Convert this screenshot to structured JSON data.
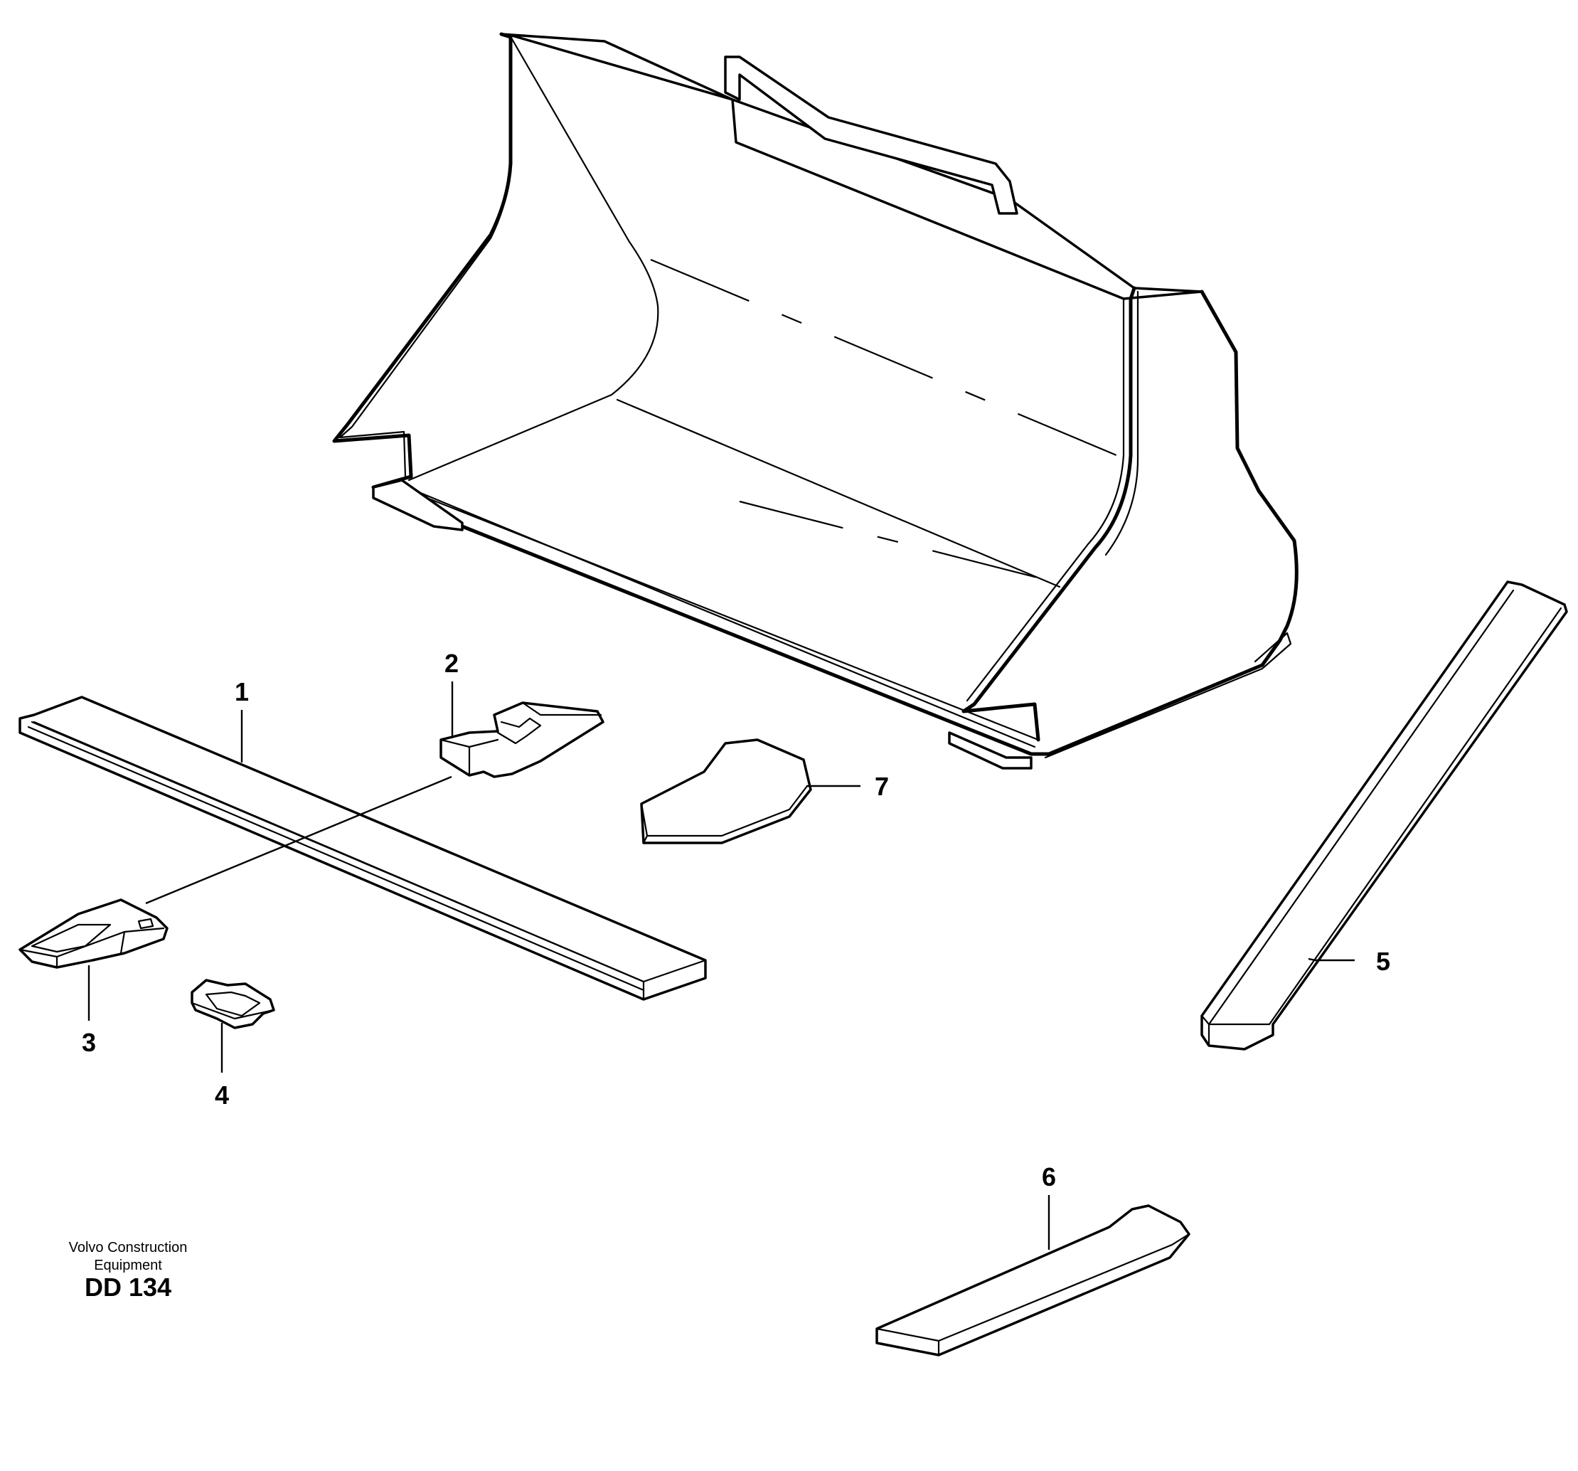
{
  "callouts": {
    "1": "1",
    "2": "2",
    "3": "3",
    "4": "4",
    "5": "5",
    "6": "6",
    "7": "7"
  },
  "footer": {
    "company_line1": "Volvo Construction",
    "company_line2": "Equipment",
    "drawing_code": "DD 134"
  },
  "colors": {
    "line": "#000000",
    "background": "#ffffff"
  }
}
